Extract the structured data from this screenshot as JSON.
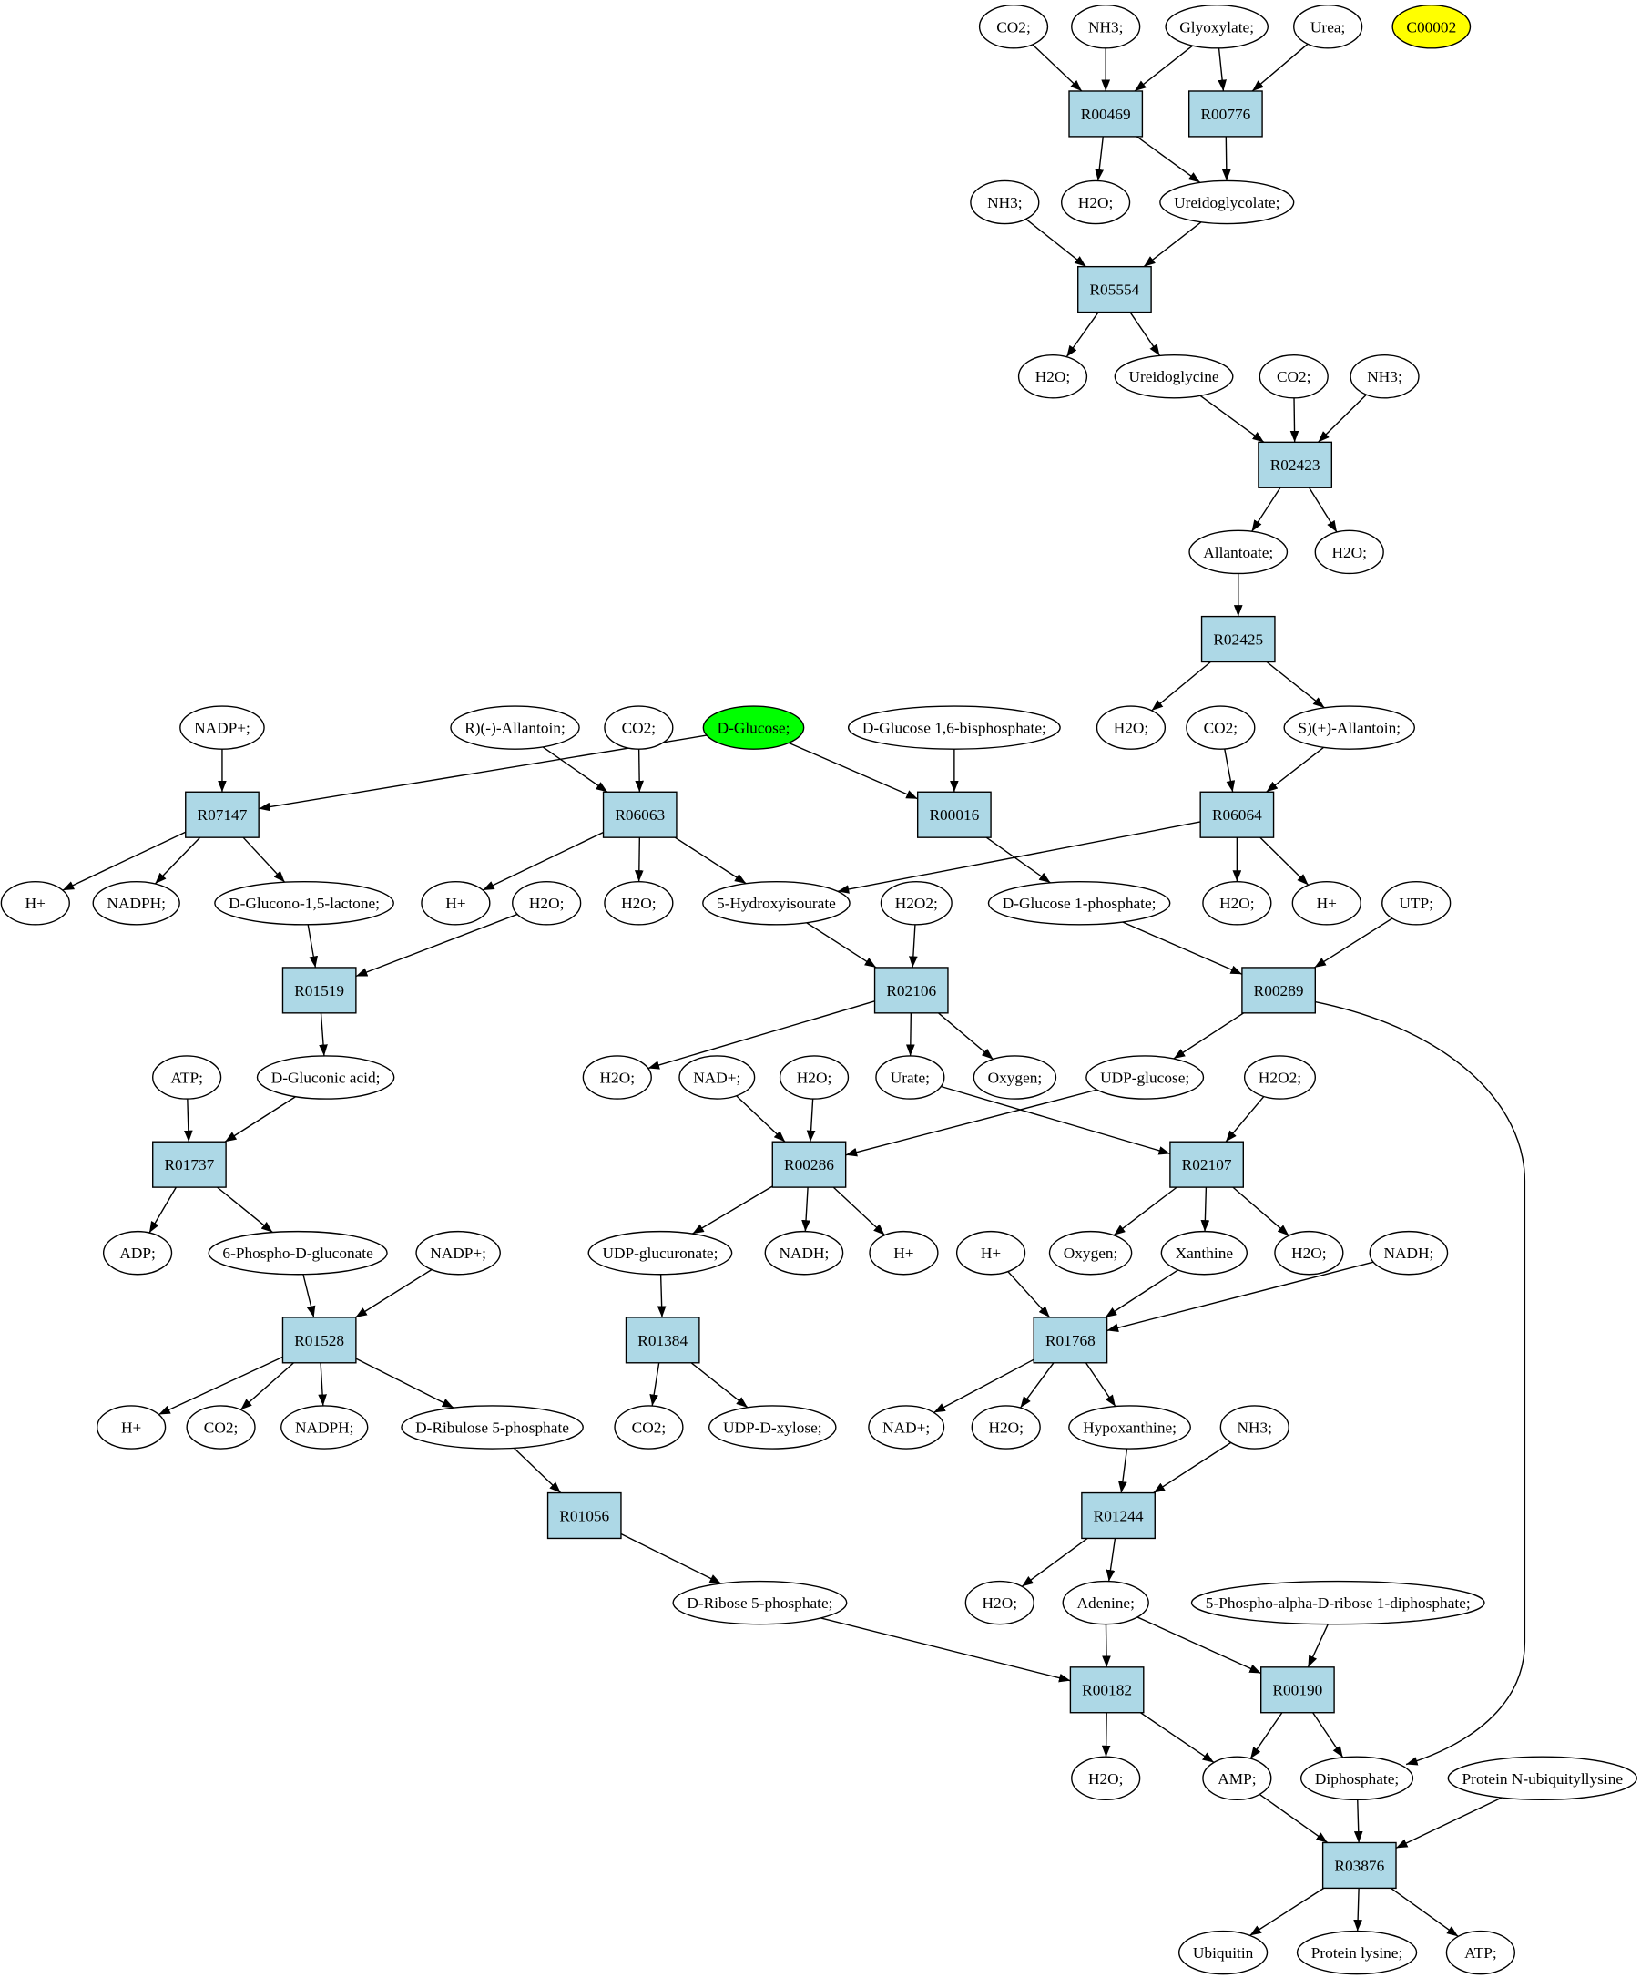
{
  "diagram": {
    "colors": {
      "reaction_fill": "#add8e6",
      "compound_fill": "#ffffff",
      "stroke": "#000000"
    },
    "nodes": [
      {
        "label": "CO2;",
        "shape": "ellipse"
      },
      {
        "label": "NH3;",
        "shape": "ellipse"
      },
      {
        "label": "Glyoxylate;",
        "shape": "ellipse"
      },
      {
        "label": "Urea;",
        "shape": "ellipse"
      },
      {
        "label": "C00002",
        "shape": "ellipse",
        "fill": "#ffff00"
      },
      {
        "label": "R00469",
        "shape": "box"
      },
      {
        "label": "R00776",
        "shape": "box"
      },
      {
        "label": "NH3;",
        "shape": "ellipse"
      },
      {
        "label": "H2O;",
        "shape": "ellipse"
      },
      {
        "label": "Ureidoglycolate;",
        "shape": "ellipse"
      },
      {
        "label": "R05554",
        "shape": "box"
      },
      {
        "label": "H2O;",
        "shape": "ellipse"
      },
      {
        "label": "Ureidoglycine",
        "shape": "ellipse"
      },
      {
        "label": "CO2;",
        "shape": "ellipse"
      },
      {
        "label": "NH3;",
        "shape": "ellipse"
      },
      {
        "label": "R02423",
        "shape": "box"
      },
      {
        "label": "Allantoate;",
        "shape": "ellipse"
      },
      {
        "label": "H2O;",
        "shape": "ellipse"
      },
      {
        "label": "R02425",
        "shape": "box"
      },
      {
        "label": "NADP+;",
        "shape": "ellipse"
      },
      {
        "label": "R)(-)-Allantoin;",
        "shape": "ellipse"
      },
      {
        "label": "CO2;",
        "shape": "ellipse"
      },
      {
        "label": "D-Glucose;",
        "shape": "ellipse",
        "fill": "#00ff00"
      },
      {
        "label": "D-Glucose 1,6-bisphosphate;",
        "shape": "ellipse"
      },
      {
        "label": "H2O;",
        "shape": "ellipse"
      },
      {
        "label": "CO2;",
        "shape": "ellipse"
      },
      {
        "label": "S)(+)-Allantoin;",
        "shape": "ellipse"
      },
      {
        "label": "R07147",
        "shape": "box"
      },
      {
        "label": "R06063",
        "shape": "box"
      },
      {
        "label": "R00016",
        "shape": "box"
      },
      {
        "label": "R06064",
        "shape": "box"
      },
      {
        "label": "H+",
        "shape": "ellipse"
      },
      {
        "label": "NADPH;",
        "shape": "ellipse"
      },
      {
        "label": "D-Glucono-1,5-lactone;",
        "shape": "ellipse"
      },
      {
        "label": "H+",
        "shape": "ellipse"
      },
      {
        "label": "H2O;",
        "shape": "ellipse"
      },
      {
        "label": "H2O;",
        "shape": "ellipse"
      },
      {
        "label": "5-Hydroxyisourate",
        "shape": "ellipse"
      },
      {
        "label": "H2O2;",
        "shape": "ellipse"
      },
      {
        "label": "D-Glucose 1-phosphate;",
        "shape": "ellipse"
      },
      {
        "label": "H2O;",
        "shape": "ellipse"
      },
      {
        "label": "H+",
        "shape": "ellipse"
      },
      {
        "label": "UTP;",
        "shape": "ellipse"
      },
      {
        "label": "R01519",
        "shape": "box"
      },
      {
        "label": "R02106",
        "shape": "box"
      },
      {
        "label": "R00289",
        "shape": "box"
      },
      {
        "label": "ATP;",
        "shape": "ellipse"
      },
      {
        "label": "D-Gluconic acid;",
        "shape": "ellipse"
      },
      {
        "label": "H2O;",
        "shape": "ellipse"
      },
      {
        "label": "NAD+;",
        "shape": "ellipse"
      },
      {
        "label": "H2O;",
        "shape": "ellipse"
      },
      {
        "label": "Urate;",
        "shape": "ellipse"
      },
      {
        "label": "Oxygen;",
        "shape": "ellipse"
      },
      {
        "label": "UDP-glucose;",
        "shape": "ellipse"
      },
      {
        "label": "H2O2;",
        "shape": "ellipse"
      },
      {
        "label": "R01737",
        "shape": "box"
      },
      {
        "label": "R00286",
        "shape": "box"
      },
      {
        "label": "R02107",
        "shape": "box"
      },
      {
        "label": "ADP;",
        "shape": "ellipse"
      },
      {
        "label": "6-Phospho-D-gluconate",
        "shape": "ellipse"
      },
      {
        "label": "NADP+;",
        "shape": "ellipse"
      },
      {
        "label": "UDP-glucuronate;",
        "shape": "ellipse"
      },
      {
        "label": "NADH;",
        "shape": "ellipse"
      },
      {
        "label": "H+",
        "shape": "ellipse"
      },
      {
        "label": "H+",
        "shape": "ellipse"
      },
      {
        "label": "Oxygen;",
        "shape": "ellipse"
      },
      {
        "label": "Xanthine",
        "shape": "ellipse"
      },
      {
        "label": "H2O;",
        "shape": "ellipse"
      },
      {
        "label": "NADH;",
        "shape": "ellipse"
      },
      {
        "label": "R01528",
        "shape": "box"
      },
      {
        "label": "R01384",
        "shape": "box"
      },
      {
        "label": "R01768",
        "shape": "box"
      },
      {
        "label": "H+",
        "shape": "ellipse"
      },
      {
        "label": "CO2;",
        "shape": "ellipse"
      },
      {
        "label": "NADPH;",
        "shape": "ellipse"
      },
      {
        "label": "D-Ribulose 5-phosphate",
        "shape": "ellipse"
      },
      {
        "label": "CO2;",
        "shape": "ellipse"
      },
      {
        "label": "UDP-D-xylose;",
        "shape": "ellipse"
      },
      {
        "label": "NAD+;",
        "shape": "ellipse"
      },
      {
        "label": "H2O;",
        "shape": "ellipse"
      },
      {
        "label": "Hypoxanthine;",
        "shape": "ellipse"
      },
      {
        "label": "NH3;",
        "shape": "ellipse"
      },
      {
        "label": "R01056",
        "shape": "box"
      },
      {
        "label": "R01244",
        "shape": "box"
      },
      {
        "label": "D-Ribose 5-phosphate;",
        "shape": "ellipse"
      },
      {
        "label": "H2O;",
        "shape": "ellipse"
      },
      {
        "label": "Adenine;",
        "shape": "ellipse"
      },
      {
        "label": "5-Phospho-alpha-D-ribose 1-diphosphate;",
        "shape": "ellipse"
      },
      {
        "label": "R00182",
        "shape": "box"
      },
      {
        "label": "R00190",
        "shape": "box"
      },
      {
        "label": "H2O;",
        "shape": "ellipse"
      },
      {
        "label": "AMP;",
        "shape": "ellipse"
      },
      {
        "label": "Diphosphate;",
        "shape": "ellipse"
      },
      {
        "label": "Protein N-ubiquityllysine",
        "shape": "ellipse"
      },
      {
        "label": "R03876",
        "shape": "box"
      },
      {
        "label": "Ubiquitin",
        "shape": "ellipse"
      },
      {
        "label": "Protein lysine;",
        "shape": "ellipse"
      },
      {
        "label": "ATP;",
        "shape": "ellipse"
      }
    ],
    "edges": [
      [
        0,
        5
      ],
      [
        1,
        5
      ],
      [
        2,
        5
      ],
      [
        2,
        6
      ],
      [
        3,
        6
      ],
      [
        5,
        8
      ],
      [
        5,
        9
      ],
      [
        6,
        9
      ],
      [
        7,
        10
      ],
      [
        9,
        10
      ],
      [
        10,
        11
      ],
      [
        10,
        12
      ],
      [
        12,
        15
      ],
      [
        13,
        15
      ],
      [
        14,
        15
      ],
      [
        15,
        16
      ],
      [
        15,
        17
      ],
      [
        16,
        18
      ],
      [
        18,
        24
      ],
      [
        18,
        26
      ],
      [
        25,
        30
      ],
      [
        26,
        30
      ],
      [
        30,
        37
      ],
      [
        30,
        40
      ],
      [
        30,
        41
      ],
      [
        19,
        27
      ],
      [
        22,
        27
      ],
      [
        22,
        29
      ],
      [
        20,
        28
      ],
      [
        21,
        28
      ],
      [
        23,
        29
      ],
      [
        27,
        31
      ],
      [
        27,
        32
      ],
      [
        27,
        33
      ],
      [
        28,
        34
      ],
      [
        28,
        36
      ],
      [
        28,
        37
      ],
      [
        29,
        39
      ],
      [
        33,
        43
      ],
      [
        35,
        43
      ],
      [
        37,
        44
      ],
      [
        38,
        44
      ],
      [
        39,
        45
      ],
      [
        42,
        45
      ],
      [
        43,
        47
      ],
      [
        44,
        48
      ],
      [
        44,
        51
      ],
      [
        44,
        52
      ],
      [
        45,
        53
      ],
      [
        45,
        92
      ],
      [
        46,
        55
      ],
      [
        47,
        55
      ],
      [
        49,
        56
      ],
      [
        50,
        56
      ],
      [
        53,
        56
      ],
      [
        51,
        57
      ],
      [
        54,
        57
      ],
      [
        55,
        58
      ],
      [
        55,
        59
      ],
      [
        56,
        61
      ],
      [
        56,
        62
      ],
      [
        56,
        63
      ],
      [
        57,
        65
      ],
      [
        57,
        66
      ],
      [
        57,
        67
      ],
      [
        59,
        69
      ],
      [
        60,
        69
      ],
      [
        61,
        70
      ],
      [
        64,
        71
      ],
      [
        66,
        71
      ],
      [
        68,
        71
      ],
      [
        69,
        72
      ],
      [
        69,
        73
      ],
      [
        69,
        74
      ],
      [
        69,
        75
      ],
      [
        70,
        76
      ],
      [
        70,
        77
      ],
      [
        71,
        78
      ],
      [
        71,
        79
      ],
      [
        71,
        80
      ],
      [
        75,
        82
      ],
      [
        80,
        83
      ],
      [
        81,
        83
      ],
      [
        82,
        84
      ],
      [
        83,
        85
      ],
      [
        83,
        86
      ],
      [
        84,
        88
      ],
      [
        86,
        88
      ],
      [
        86,
        89
      ],
      [
        87,
        89
      ],
      [
        88,
        90
      ],
      [
        88,
        91
      ],
      [
        89,
        91
      ],
      [
        89,
        92
      ],
      [
        91,
        94
      ],
      [
        92,
        94
      ],
      [
        93,
        94
      ],
      [
        94,
        95
      ],
      [
        94,
        96
      ],
      [
        94,
        97
      ]
    ]
  }
}
